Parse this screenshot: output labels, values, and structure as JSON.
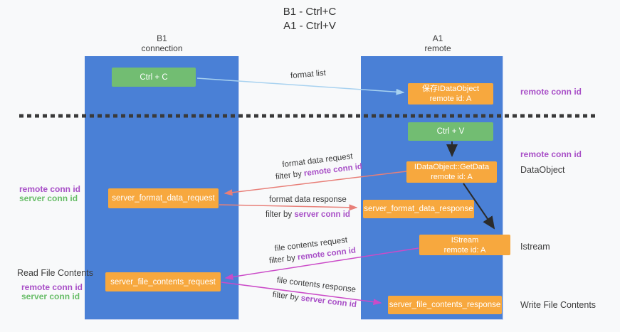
{
  "title": {
    "line1": "B1 - Ctrl+C",
    "line2": "A1 - Ctrl+V"
  },
  "lifelines": {
    "left": {
      "name": "B1",
      "role": "connection"
    },
    "right": {
      "name": "A1",
      "role": "remote"
    }
  },
  "nodes": {
    "ctrl_c": {
      "label": "Ctrl + C"
    },
    "ctrl_v": {
      "label": "Ctrl + V"
    },
    "save_dataobject": {
      "line1": "保存IDataObject",
      "line2": "remote id: A"
    },
    "getdata": {
      "line1": "IDataObject::GetData",
      "line2": "remote id: A"
    },
    "istream": {
      "line1": "IStream",
      "line2": "remote id: A"
    },
    "format_request": {
      "label": "server_format_data_request"
    },
    "format_response": {
      "label": "server_format_data_response"
    },
    "file_request": {
      "label": "server_file_contents_request"
    },
    "file_response": {
      "label": "server_file_contents_response"
    }
  },
  "flow_labels": {
    "format_list": "format list",
    "format_data_request": "format data request",
    "format_data_response": "format data response",
    "file_contents_request": "file contents request",
    "file_contents_response": "file contents response"
  },
  "terms": {
    "filter_by": "filter by",
    "remote_conn_id": "remote conn id",
    "server_conn_id": "server conn id"
  },
  "annotations": {
    "remote_conn_id": "remote conn id",
    "server_conn_id": "server conn id",
    "dataobject": "DataObject",
    "istream": "Istream",
    "read_file_contents": "Read File Contents",
    "write_file_contents": "Write File Contents"
  },
  "colors": {
    "background": "#f8f9fa",
    "column_blue": "#4a80d6",
    "box_green": "#72bd72",
    "box_orange": "#f7a83e",
    "text_purple": "#a84fc7",
    "text_green": "#68bd68",
    "arrow_lightblue": "#a8d2f0",
    "arrow_salmon": "#e87f78",
    "arrow_magenta": "#cb4bc8",
    "arrow_black": "#2b2b2b",
    "dashed_separator": "#3a3a3a"
  }
}
